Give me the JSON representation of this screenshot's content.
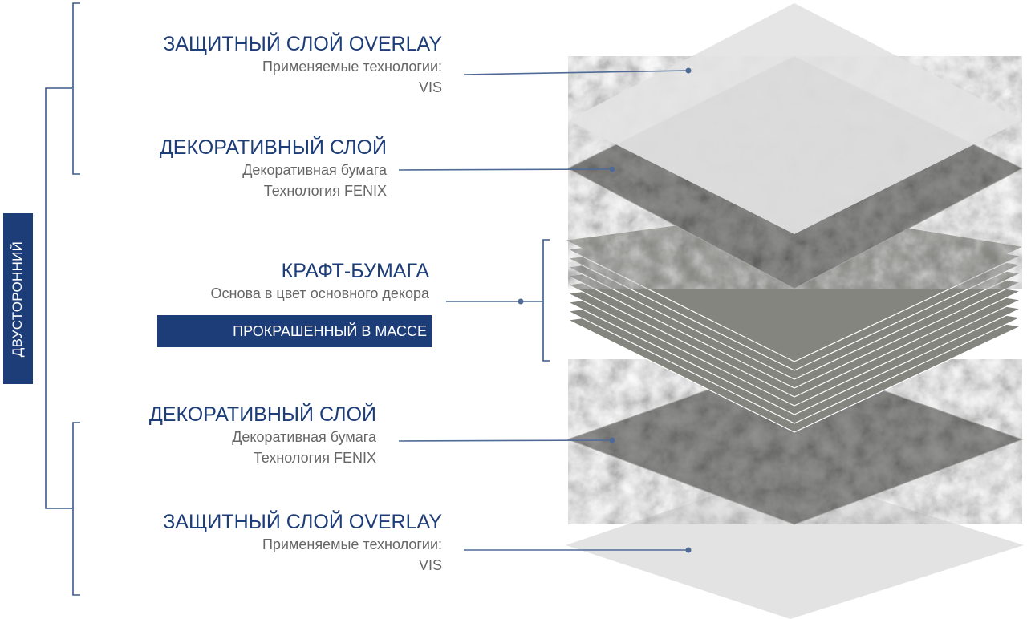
{
  "side_label": "ДВУСТОРОННИЙ",
  "layers": [
    {
      "title": "ЗАЩИТНЫЙ СЛОЙ OVERLAY",
      "line1": "Применяемые технологии:",
      "line2": "VIS"
    },
    {
      "title": "ДЕКОРАТИВНЫЙ СЛОЙ",
      "line1": "Декоративная бумага",
      "line2": "Технология FENIX"
    },
    {
      "title": "КРАФТ-БУМАГА",
      "line1": "Основа в цвет основного декора",
      "badge": "ПРОКРАШЕННЫЙ В МАССЕ"
    },
    {
      "title": "ДЕКОРАТИВНЫЙ СЛОЙ",
      "line1": "Декоративная бумага",
      "line2": "Технология FENIX"
    },
    {
      "title": "ЗАЩИТНЫЙ СЛОЙ OVERLAY",
      "line1": "Применяемые технологии:",
      "line2": "VIS"
    }
  ],
  "colors": {
    "accent": "#1d3d78",
    "bracket": "#3c5a8c",
    "leader": "#506a96",
    "overlay_sheet": "#e3e3e4",
    "kraft_sheet": "#85857f",
    "kraft_edge": "#6f6f6a",
    "marble": "#8f8f8d"
  },
  "icons": {
    "leader_dot": "circle-dot-icon",
    "bracket": "bracket-icon"
  }
}
